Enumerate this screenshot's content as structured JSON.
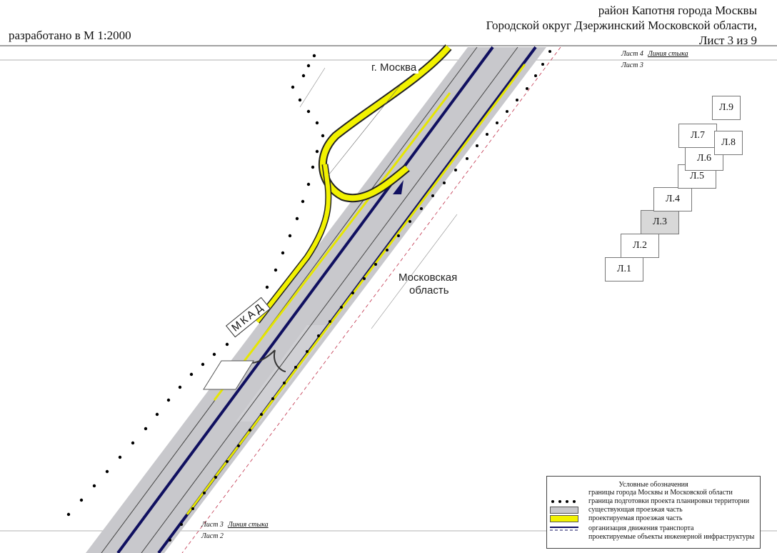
{
  "header": {
    "line1": "район Капотня города Москвы",
    "line2": "Городской округ Дзержинский Московской области,",
    "line3": "Лист 3 из 9"
  },
  "scale_text": "разработано в М 1:2000",
  "sheet_labels": {
    "top_sheet4": "Лист 4",
    "top_join": "Линия стыка",
    "top_sheet3": "Лист 3",
    "bottom_sheet3": "Лист 3",
    "bottom_join": "Линия стыка",
    "bottom_sheet2": "Лист 2"
  },
  "regions": {
    "moscow": "г. Москва",
    "oblast_line1": "Московская",
    "oblast_line2": "область"
  },
  "road_label": "МКАД",
  "sheet_index": [
    "Л.1",
    "Л.2",
    "Л.3",
    "Л.4",
    "Л.5",
    "Л.6",
    "Л.7",
    "Л.8",
    "Л.9"
  ],
  "current_sheet": "Л.3",
  "legend": {
    "title": "Условные обозначения",
    "items": [
      {
        "symbol": "none",
        "text": "границы города Москвы и Московской области"
      },
      {
        "symbol": "dotted-boundary",
        "text": "граница подготовки проекта планировки территории"
      },
      {
        "symbol": "grey-fill",
        "text": "существующая проезжая часть"
      },
      {
        "symbol": "yellow-fill",
        "text": "проектируемая проезжая часть"
      },
      {
        "symbol": "traffic-lines",
        "text": "организация движения транспорта"
      },
      {
        "symbol": "none",
        "text": "проектируемые объекты инженерной инфраструктуры"
      }
    ]
  },
  "colors": {
    "existing_roadway": "#c8c8cc",
    "projected_roadway": "#f2f200",
    "traffic_line": "#101060",
    "boundary_dots": "#000000"
  }
}
